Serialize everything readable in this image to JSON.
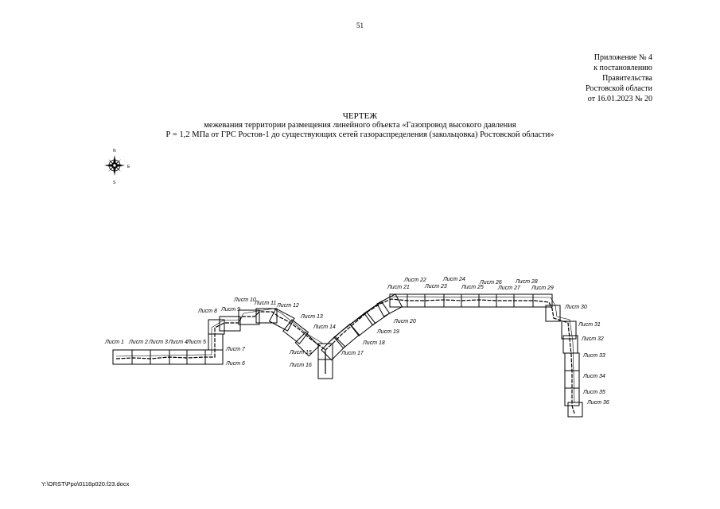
{
  "page_number": "51",
  "appendix": {
    "line1": "Приложение № 4",
    "line2": "к постановлению",
    "line3": "Правительства",
    "line4": "Ростовской области",
    "line5": "от 16.01.2023 № 20"
  },
  "title": {
    "heading": "ЧЕРТЕЖ",
    "line1": "межевания территории размещения линейного объекта «Газопровод высокого давления",
    "line2": "Р = 1,2 МПа от ГРС Ростов-1 до существующих сетей газораспределения (закольцовка) Ростовской области»"
  },
  "compass": {
    "north": "N",
    "east": "E",
    "south": "S"
  },
  "sheets": [
    "Лист 1",
    "Лист 2",
    "Лист 3",
    "Лист 4",
    "Лист 5",
    "Лист 6",
    "Лист 7",
    "Лист 8",
    "Лист 9",
    "Лист 10",
    "Лист 11",
    "Лист 12",
    "Лист 13",
    "Лист 14",
    "Лист 15",
    "Лист 16",
    "Лист 17",
    "Лист 18",
    "Лист 19",
    "Лист 20",
    "Лист 21",
    "Лист 22",
    "Лист 23",
    "Лист 24",
    "Лист 25",
    "Лист 26",
    "Лист 27",
    "Лист 28",
    "Лист 29",
    "Лист 30",
    "Лист 31",
    "Лист 32",
    "Лист 33",
    "Лист 34",
    "Лист 35",
    "Лист 36"
  ],
  "footer": "Y:\\ORST\\Ppo\\0116p020.f23.docx"
}
